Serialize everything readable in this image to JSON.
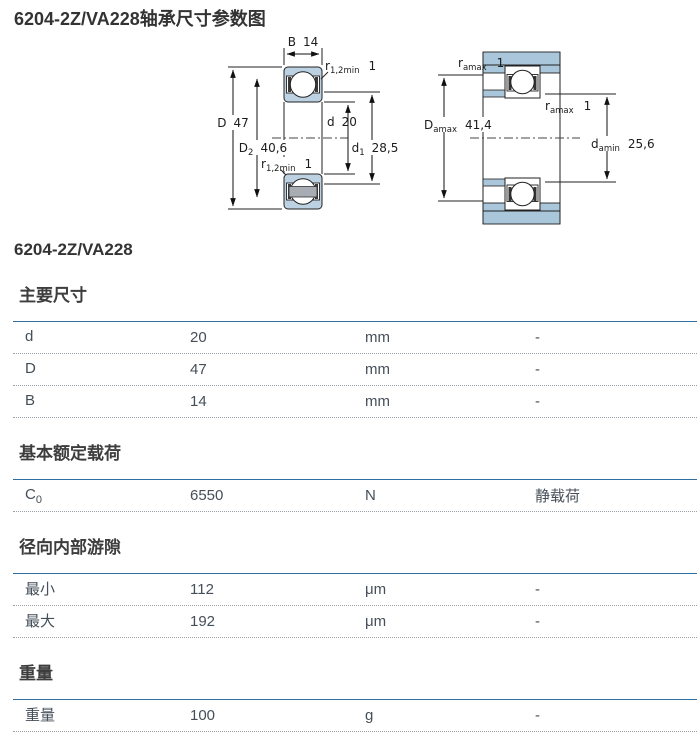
{
  "page": {
    "title": "6204-2Z/VA228轴承尺寸参数图",
    "subtitle": "6204-2Z/VA228"
  },
  "colors": {
    "accent_line": "#2f6e9e",
    "bearing_fill": "#bcd2e2",
    "housing_fill": "#a9c6da",
    "cage_fill": "#a7adb3",
    "text": "#454f59"
  },
  "diagram": {
    "left": {
      "B": {
        "sym": "B",
        "val": "14"
      },
      "r_top": {
        "sym": "r",
        "sub": "1,2min",
        "val": "1"
      },
      "r_bottom": {
        "sym": "r",
        "sub": "1,2min",
        "val": "1"
      },
      "D": {
        "sym": "D",
        "val": "47"
      },
      "D2": {
        "sym": "D",
        "sub": "2",
        "val": "40,6"
      },
      "d": {
        "sym": "d",
        "val": "20"
      },
      "d1": {
        "sym": "d",
        "sub": "1",
        "val": "28,5"
      }
    },
    "right": {
      "ra_top": {
        "sym": "r",
        "sub": "amax",
        "val": "1"
      },
      "ra_mid": {
        "sym": "r",
        "sub": "amax",
        "val": "1"
      },
      "Damax": {
        "sym": "D",
        "sub": "amax",
        "val": "41,4"
      },
      "damin": {
        "sym": "d",
        "sub": "amin",
        "val": "25,6"
      }
    }
  },
  "sections": [
    {
      "heading": "主要尺寸",
      "rows": [
        {
          "label": "d",
          "label_sub": "",
          "value": "20",
          "unit": "mm",
          "note": "-"
        },
        {
          "label": "D",
          "label_sub": "",
          "value": "47",
          "unit": "mm",
          "note": "-"
        },
        {
          "label": "B",
          "label_sub": "",
          "value": "14",
          "unit": "mm",
          "note": "-"
        }
      ]
    },
    {
      "heading": "基本额定载荷",
      "rows": [
        {
          "label": "C",
          "label_sub": "0",
          "value": "6550",
          "unit": "N",
          "note": "静载荷"
        }
      ]
    },
    {
      "heading": "径向内部游隙",
      "rows": [
        {
          "label": "最小",
          "label_sub": "",
          "value": "112",
          "unit": "μm",
          "note": "-"
        },
        {
          "label": "最大",
          "label_sub": "",
          "value": "192",
          "unit": "μm",
          "note": "-"
        }
      ]
    },
    {
      "heading": "重量",
      "rows": [
        {
          "label": "重量",
          "label_sub": "",
          "value": "100",
          "unit": "g",
          "note": "-"
        }
      ]
    }
  ]
}
